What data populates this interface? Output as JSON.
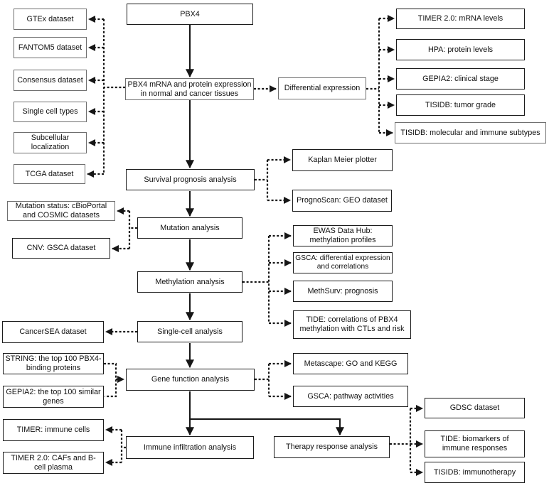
{
  "diagram": {
    "type": "flowchart"
  },
  "colors": {
    "background": "#ffffff",
    "line": "#161616",
    "box_fill": "#ffffff",
    "box_border_dark": "#1c1c1c",
    "box_border_gray": "#6f6f6f",
    "text": "#111111"
  },
  "nodes": {
    "pbx4": "PBX4",
    "expression": "PBX4 mRNA and protein expression in normal and cancer tissues",
    "survival": "Survival prognosis analysis",
    "mutation": "Mutation analysis",
    "methylation": "Methylation analysis",
    "single_cell": "Single-cell analysis",
    "gene_function": "Gene function analysis",
    "immune_infiltration": "Immune infiltration analysis",
    "therapy": "Therapy response analysis",
    "differential": "Differential expression",
    "gtex": "GTEx dataset",
    "fantom5": "FANTOM5 dataset",
    "consensus": "Consensus dataset",
    "single_cell_types": "Single cell types",
    "subcellular": "Subcellular localization",
    "tcga": "TCGA dataset",
    "mutation_status": "Mutation status: cBioPortal and COSMIC datasets",
    "cnv": "CNV: GSCA dataset",
    "cancersea": "CancerSEA dataset",
    "string": "STRING: the top 100 PBX4-binding proteins",
    "gepia2_similar": "GEPIA2: the top 100 similar genes",
    "timer_immune": "TIMER: immune cells",
    "timer2_cafs": "TIMER 2.0: CAFs and B-cell plasma",
    "timer2_mrna": "TIMER 2.0: mRNA levels",
    "hpa": "HPA: protein levels",
    "gepia2_stage": "GEPIA2: clinical stage",
    "tisidb_grade": "TISIDB: tumor grade",
    "tisidb_subtypes": "TISIDB: molecular and immune subtypes",
    "kaplan": "Kaplan Meier plotter",
    "prognoscan": "PrognoScan: GEO dataset",
    "ewas": "EWAS Data Hub: methylation profiles",
    "gsca_diff": "GSCA: differential expression and correlations",
    "methsurv": "MethSurv: prognosis",
    "tide_corr": "TIDE: correlations of PBX4 methylation with CTLs and risk",
    "metascape": "Metascape: GO and KEGG",
    "gsca_pathway": "GSCA: pathway activities",
    "gdsc": "GDSC dataset",
    "tide_biomarkers": "TIDE: biomarkers of immune responses",
    "tisidb_immuno": "TISIDB: immunotherapy"
  },
  "edges": [
    {
      "from": "pbx4",
      "to": "expression",
      "style": "solid"
    },
    {
      "from": "expression",
      "to": "survival",
      "style": "solid"
    },
    {
      "from": "survival",
      "to": "mutation",
      "style": "solid"
    },
    {
      "from": "mutation",
      "to": "methylation",
      "style": "solid"
    },
    {
      "from": "methylation",
      "to": "single_cell",
      "style": "solid"
    },
    {
      "from": "single_cell",
      "to": "gene_function",
      "style": "solid"
    },
    {
      "from": "gene_function",
      "to": "immune_infiltration",
      "style": "solid"
    },
    {
      "from": "gene_function",
      "to": "therapy",
      "style": "solid"
    },
    {
      "from": "expression",
      "to": "gtex",
      "style": "dashed"
    },
    {
      "from": "expression",
      "to": "fantom5",
      "style": "dashed"
    },
    {
      "from": "expression",
      "to": "consensus",
      "style": "dashed"
    },
    {
      "from": "expression",
      "to": "single_cell_types",
      "style": "dashed"
    },
    {
      "from": "expression",
      "to": "subcellular",
      "style": "dashed"
    },
    {
      "from": "expression",
      "to": "tcga",
      "style": "dashed"
    },
    {
      "from": "expression",
      "to": "differential",
      "style": "dashed"
    },
    {
      "from": "differential",
      "to": "timer2_mrna",
      "style": "dashed"
    },
    {
      "from": "differential",
      "to": "hpa",
      "style": "dashed"
    },
    {
      "from": "differential",
      "to": "gepia2_stage",
      "style": "dashed"
    },
    {
      "from": "differential",
      "to": "tisidb_grade",
      "style": "dashed"
    },
    {
      "from": "differential",
      "to": "tisidb_subtypes",
      "style": "dashed"
    },
    {
      "from": "survival",
      "to": "kaplan",
      "style": "dashed"
    },
    {
      "from": "survival",
      "to": "prognoscan",
      "style": "dashed"
    },
    {
      "from": "mutation",
      "to": "mutation_status",
      "style": "dashed"
    },
    {
      "from": "mutation",
      "to": "cnv",
      "style": "dashed"
    },
    {
      "from": "methylation",
      "to": "ewas",
      "style": "dashed"
    },
    {
      "from": "methylation",
      "to": "gsca_diff",
      "style": "dashed"
    },
    {
      "from": "methylation",
      "to": "methsurv",
      "style": "dashed"
    },
    {
      "from": "methylation",
      "to": "tide_corr",
      "style": "dashed"
    },
    {
      "from": "single_cell",
      "to": "cancersea",
      "style": "dashed"
    },
    {
      "from": "string",
      "to": "gene_function",
      "style": "dashed"
    },
    {
      "from": "gepia2_similar",
      "to": "gene_function",
      "style": "dashed"
    },
    {
      "from": "gene_function",
      "to": "metascape",
      "style": "dashed"
    },
    {
      "from": "gene_function",
      "to": "gsca_pathway",
      "style": "dashed"
    },
    {
      "from": "immune_infiltration",
      "to": "timer_immune",
      "style": "dashed"
    },
    {
      "from": "immune_infiltration",
      "to": "timer2_cafs",
      "style": "dashed"
    },
    {
      "from": "therapy",
      "to": "gdsc",
      "style": "dashed"
    },
    {
      "from": "therapy",
      "to": "tide_biomarkers",
      "style": "dashed"
    },
    {
      "from": "therapy",
      "to": "tisidb_immuno",
      "style": "dashed"
    }
  ]
}
